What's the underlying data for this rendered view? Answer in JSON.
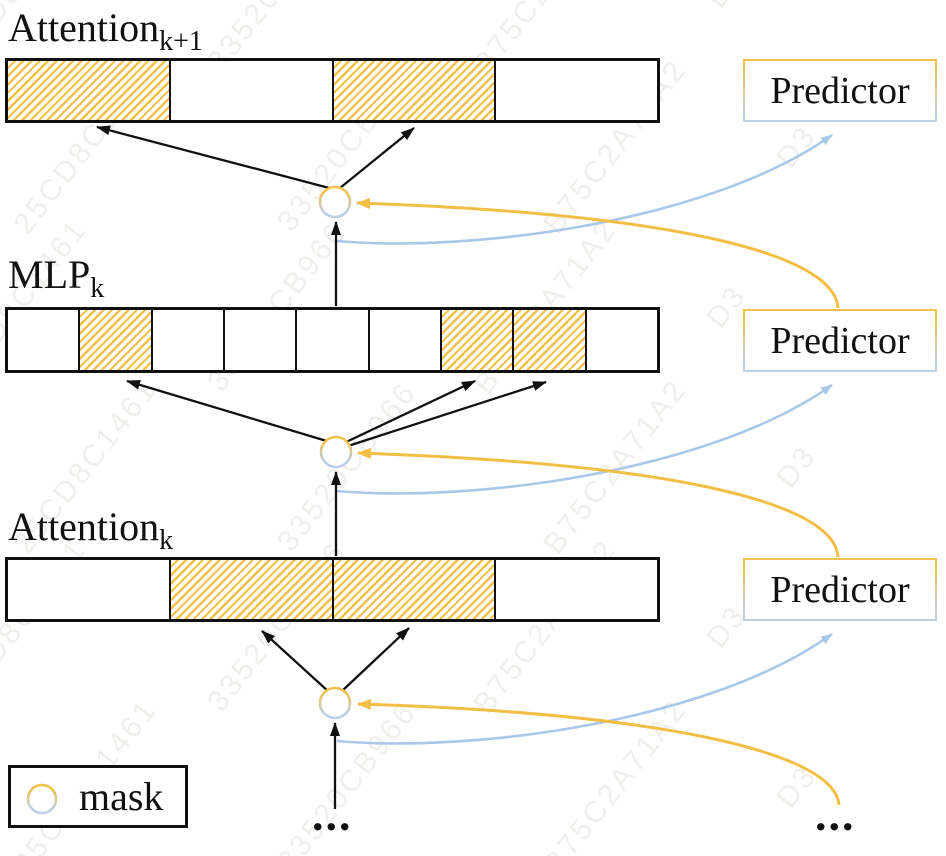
{
  "figure": {
    "layers": [
      {
        "label": "Attention",
        "subscript": "k+1",
        "units": 4,
        "masked_units": [
          0,
          2
        ]
      },
      {
        "label": "MLP",
        "subscript": "k",
        "units": 9,
        "masked_units": [
          1,
          6,
          7
        ]
      },
      {
        "label": "Attention",
        "subscript": "k",
        "units": 4,
        "masked_units": [
          1,
          2
        ]
      }
    ],
    "predictors": [
      {
        "label": "Predictor"
      },
      {
        "label": "Predictor"
      },
      {
        "label": "Predictor"
      }
    ],
    "legend": {
      "label": "mask"
    },
    "ellipses": {
      "stream_bottom": "...",
      "predictor_chain_bottom": "..."
    },
    "colors": {
      "mask_gold": "#F2BE45",
      "hatch_gold": "#F5C14E",
      "input_blue": "#A9C7E8",
      "line_black": "#111111",
      "predictor_border_top": "#F0C14B",
      "predictor_border_bottom": "#BCD0E8"
    }
  },
  "watermark": {
    "strings": [
      "25CD8C1461",
      "33520CB966",
      "B75C2A71A2",
      "D3"
    ]
  }
}
